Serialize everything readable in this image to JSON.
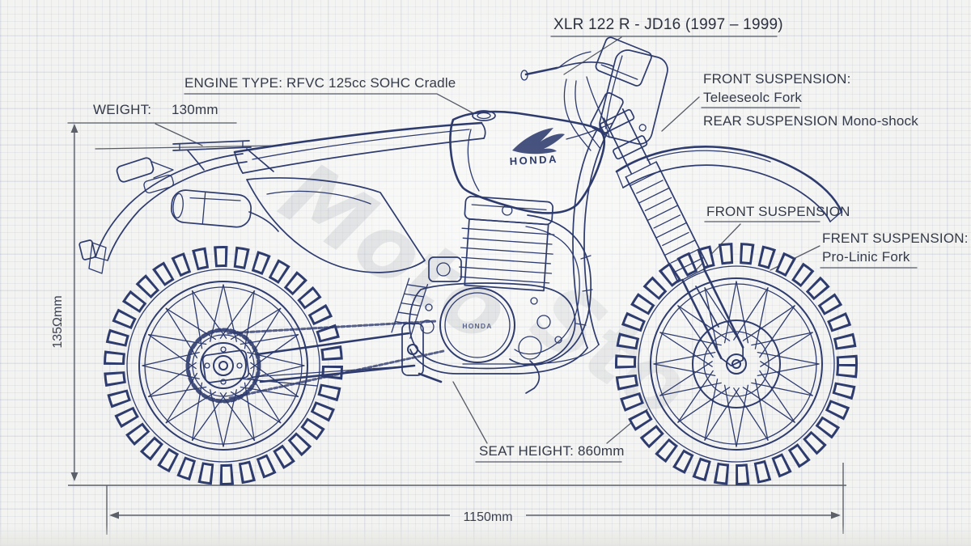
{
  "title": "XLR 122 R - JD16 (1997 – 1999)",
  "callouts": {
    "engine_type": "ENGINE TYPE: RFVC 125cc SOHC Cradle",
    "weight_label": "WEIGHT:",
    "weight_value": "130mm",
    "front_suspension_label": "FRONT SUSPENSION:",
    "front_suspension_value": "Teleeseolc Fork",
    "rear_suspension": "REAR SUSPENSION Mono-shock",
    "front_suspension_wheel": "FRONT SUSPENSION",
    "front_suspension_fork_label": "FRENT SUSPENSION:",
    "front_suspension_fork_value": "Pro-Linic Fork",
    "seat_height": "SEAT HEIGHT: 860mm"
  },
  "dimensions": {
    "length": "1150mm",
    "height": "135Ωmm"
  },
  "branding": {
    "tank_logo_text": "HONDA",
    "engine_logo_text": "HONDA",
    "watermark_a": "Moto",
    "watermark_b": "Sto"
  },
  "colors": {
    "ink": "#2e3b6d",
    "label_text": "#343a48",
    "paper": "#f3f3f1"
  }
}
